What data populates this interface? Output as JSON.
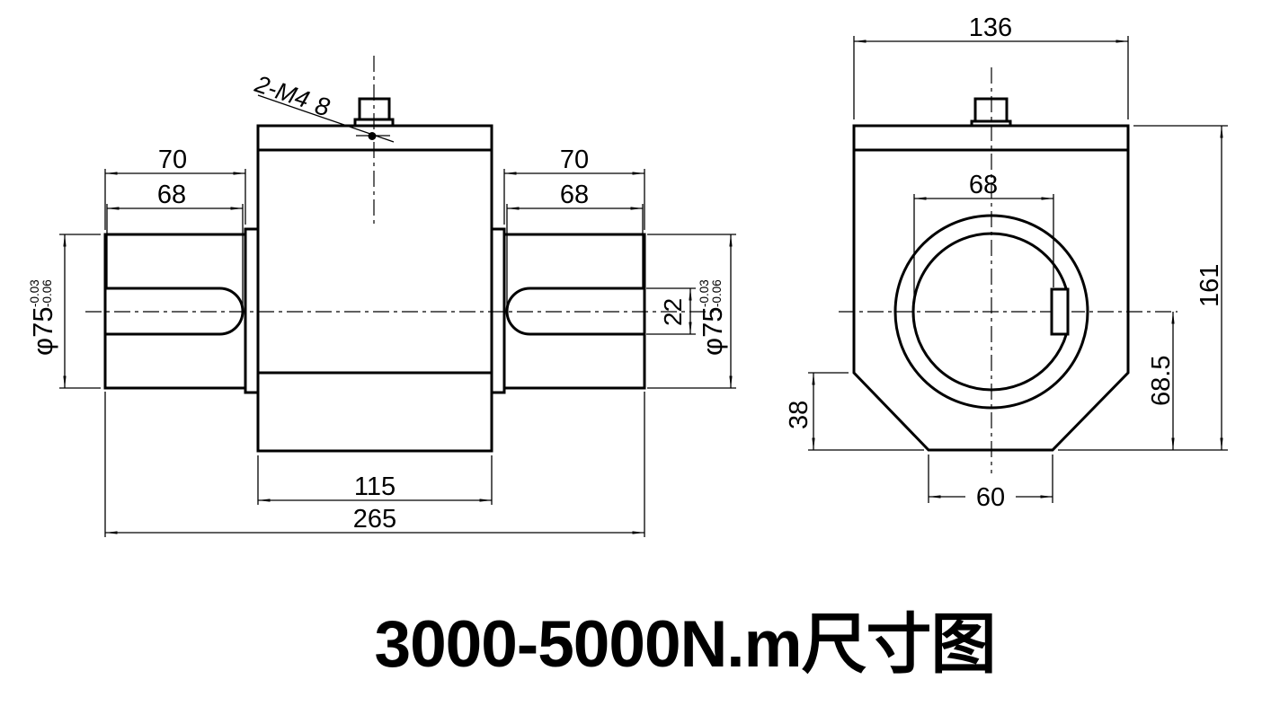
{
  "title": "3000-5000N.m尺寸图",
  "front_view": {
    "dim_70": "70",
    "dim_68": "68",
    "shaft_dia": {
      "main": "φ75",
      "tol_upper": "-0.03",
      "tol_lower": "-0.06"
    },
    "keyway_width": "22",
    "body_width": "115",
    "total_length": "265",
    "thread_note": "2-M4",
    "thread_depth": "8"
  },
  "side_view": {
    "body_width": "136",
    "bore_dia": "68",
    "total_height": "161",
    "center_to_bottom": "68.5",
    "chamfer_height": "38",
    "base_width": "60"
  },
  "colors": {
    "line": "#000000",
    "background": "#ffffff"
  }
}
